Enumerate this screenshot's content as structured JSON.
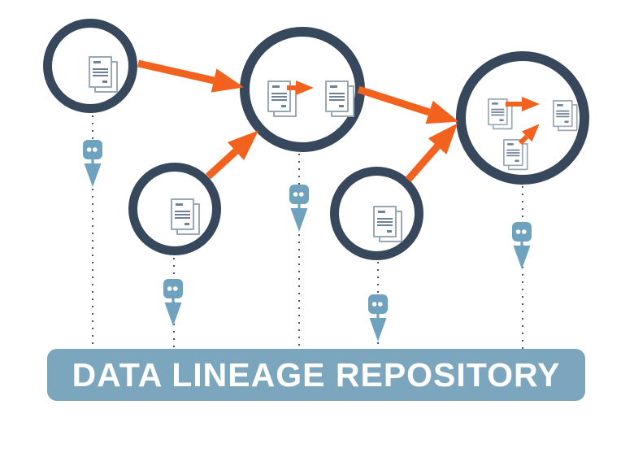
{
  "diagram": {
    "title_bar": {
      "label": "DATA LINEAGE REPOSITORY",
      "background_color": "#7BA6BE",
      "text_color": "#FFFFFF"
    },
    "colors": {
      "node_border": "#37485C",
      "flow_arrow_orange": "#F2611D",
      "connector_blue": "#6FA2BE",
      "document_outline": "#9AA8B6",
      "document_lines": "#6F8196",
      "dotted_line": "#4D545C",
      "background": "#FFFFFF"
    },
    "nodes": [
      {
        "id": "node-top-left",
        "position": "top-left",
        "documents": 1,
        "internal_flow": "none"
      },
      {
        "id": "node-transform",
        "position": "top-center",
        "documents": 2,
        "internal_flow": "document-to-document"
      },
      {
        "id": "node-mid-left",
        "position": "mid-left",
        "documents": 1,
        "internal_flow": "none"
      },
      {
        "id": "node-mid-center",
        "position": "mid-center",
        "documents": 1,
        "internal_flow": "none"
      },
      {
        "id": "node-merge",
        "position": "right",
        "documents": 3,
        "internal_flow": "two-documents-into-one"
      }
    ],
    "edges": [
      {
        "from": "node-top-left",
        "to": "node-transform"
      },
      {
        "from": "node-mid-left",
        "to": "node-transform"
      },
      {
        "from": "node-transform",
        "to": "node-merge"
      },
      {
        "from": "node-mid-center",
        "to": "node-merge"
      }
    ],
    "repository_links": [
      {
        "from": "node-top-left"
      },
      {
        "from": "node-mid-left"
      },
      {
        "from": "node-transform"
      },
      {
        "from": "node-mid-center"
      },
      {
        "from": "node-merge"
      }
    ],
    "icons": {
      "document": "document-stack-icon",
      "connector": "plug-connector-icon",
      "flow": "orange-arrow-icon"
    }
  }
}
